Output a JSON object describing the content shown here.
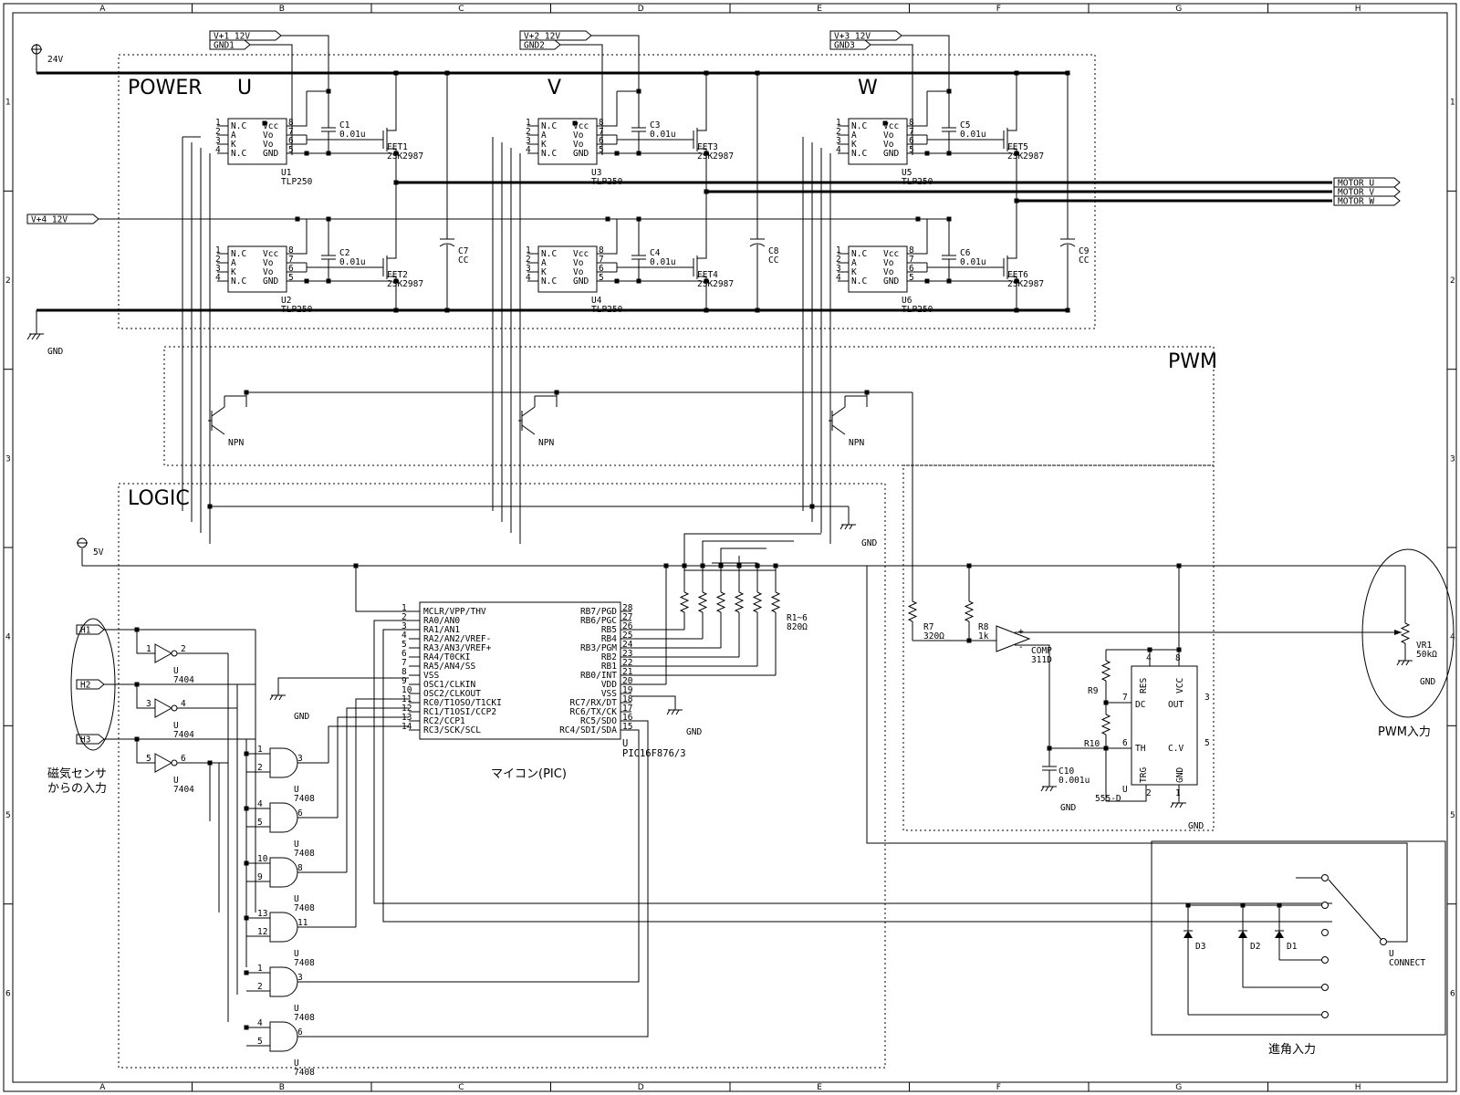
{
  "frame": {
    "columns": [
      "A",
      "B",
      "C",
      "D",
      "E",
      "F",
      "G",
      "H"
    ],
    "rows": [
      "1",
      "2",
      "3",
      "4",
      "5",
      "6"
    ]
  },
  "rails": {
    "v24": "24V",
    "v5": "5V",
    "gnd": "GND"
  },
  "sections": {
    "power": "POWER",
    "phase_u": "U",
    "phase_v": "V",
    "phase_w": "W",
    "pwm": "PWM",
    "logic": "LOGIC"
  },
  "supply_tags": {
    "v1": "V+1 12V",
    "g1": "GND1",
    "v2": "V+2 12V",
    "g2": "GND2",
    "v3": "V+3 12V",
    "g3": "GND3",
    "v4": "V+4 12V"
  },
  "motor_tags": [
    "MOTOR U",
    "MOTOR V",
    "MOTOR W"
  ],
  "optocoupler": {
    "pins_left": [
      "N.C",
      "A",
      "K",
      "N.C"
    ],
    "pins_right": [
      "Vcc",
      "Vo",
      "Vo",
      "GND"
    ],
    "pin_nums_left": [
      "1",
      "2",
      "3",
      "4"
    ],
    "pin_nums_right": [
      "8",
      "7",
      "6",
      "5"
    ],
    "part": "TLP250",
    "refs": [
      "U1",
      "U2",
      "U3",
      "U4",
      "U5",
      "U6"
    ]
  },
  "caps_upper": [
    {
      "ref": "C1",
      "val": "0.01u"
    },
    {
      "ref": "C2",
      "val": "0.01u"
    },
    {
      "ref": "C3",
      "val": "0.01u"
    },
    {
      "ref": "C4",
      "val": "0.01u"
    },
    {
      "ref": "C5",
      "val": "0.01u"
    },
    {
      "ref": "C6",
      "val": "0.01u"
    }
  ],
  "fets": {
    "refs": [
      "FET1",
      "FET2",
      "FET3",
      "FET4",
      "FET5",
      "FET6"
    ],
    "part": "2SK2987"
  },
  "bulk_caps": [
    {
      "ref": "C7",
      "val": "CC"
    },
    {
      "ref": "C8",
      "val": "CC"
    },
    {
      "ref": "C9",
      "val": "CC"
    }
  ],
  "npn": "NPN",
  "pic": {
    "left_pins": [
      {
        "n": "1",
        "name": "MCLR/VPP/THV"
      },
      {
        "n": "2",
        "name": "RA0/AN0"
      },
      {
        "n": "3",
        "name": "RA1/AN1"
      },
      {
        "n": "4",
        "name": "RA2/AN2/VREF-"
      },
      {
        "n": "5",
        "name": "RA3/AN3/VREF+"
      },
      {
        "n": "6",
        "name": "RA4/T0CKI"
      },
      {
        "n": "7",
        "name": "RA5/AN4/SS"
      },
      {
        "n": "8",
        "name": "VSS"
      },
      {
        "n": "9",
        "name": "OSC1/CLKIN"
      },
      {
        "n": "10",
        "name": "OSC2/CLKOUT"
      },
      {
        "n": "11",
        "name": "RC0/T1OSO/T1CKI"
      },
      {
        "n": "12",
        "name": "RC1/T1OSI/CCP2"
      },
      {
        "n": "13",
        "name": "RC2/CCP1"
      },
      {
        "n": "14",
        "name": "RC3/SCK/SCL"
      }
    ],
    "right_pins": [
      {
        "n": "28",
        "name": "RB7/PGD"
      },
      {
        "n": "27",
        "name": "RB6/PGC"
      },
      {
        "n": "26",
        "name": "RB5"
      },
      {
        "n": "25",
        "name": "RB4"
      },
      {
        "n": "24",
        "name": "RB3/PGM"
      },
      {
        "n": "23",
        "name": "RB2"
      },
      {
        "n": "22",
        "name": "RB1"
      },
      {
        "n": "21",
        "name": "RB0/INT"
      },
      {
        "n": "20",
        "name": "VDD"
      },
      {
        "n": "19",
        "name": "VSS"
      },
      {
        "n": "18",
        "name": "RC7/RX/DT"
      },
      {
        "n": "17",
        "name": "RC6/TX/CK"
      },
      {
        "n": "16",
        "name": "RC5/SDO"
      },
      {
        "n": "15",
        "name": "RC4/SDI/SDA"
      }
    ],
    "ref": "U",
    "part": "PIC16F876/3",
    "caption": "マイコン(PIC)"
  },
  "resistor_array": {
    "ref": "R1~6",
    "val": "820Ω"
  },
  "hall": {
    "inputs": [
      "H1",
      "H2",
      "H3"
    ],
    "caption_line1": "磁気センサ",
    "caption_line2": "からの入力"
  },
  "inverters": [
    {
      "in": "1",
      "out": "2",
      "ref": "U",
      "part": "7404"
    },
    {
      "in": "3",
      "out": "4",
      "ref": "U",
      "part": "7404"
    },
    {
      "in": "5",
      "out": "6",
      "ref": "U",
      "part": "7404"
    }
  ],
  "and_gates": [
    {
      "a": "1",
      "b": "2",
      "y": "3",
      "ref": "U",
      "part": "7408"
    },
    {
      "a": "4",
      "b": "5",
      "y": "6",
      "ref": "U",
      "part": "7408"
    },
    {
      "a": "10",
      "b": "9",
      "y": "8",
      "ref": "U",
      "part": "7408"
    },
    {
      "a": "13",
      "b": "12",
      "y": "11",
      "ref": "U",
      "part": "7408"
    },
    {
      "a": "1",
      "b": "2",
      "y": "3",
      "ref": "U",
      "part": "7408"
    },
    {
      "a": "4",
      "b": "5",
      "y": "6",
      "ref": "U",
      "part": "7408"
    }
  ],
  "pwm_block": {
    "r7": {
      "ref": "R7",
      "val": "320Ω"
    },
    "r8": {
      "ref": "R8",
      "val": "1k"
    },
    "comp": {
      "ref": "COMP",
      "part": "311D"
    },
    "r9": "R9",
    "r10": "R10",
    "c10": {
      "ref": "C10",
      "val": "0.001u"
    },
    "timer": {
      "pins_left": [
        "DC",
        "TH",
        "TRG"
      ],
      "pins_top": [
        "RES",
        "VCC"
      ],
      "pins_right": [
        "OUT",
        "C.V"
      ],
      "pin_bottom": "GND",
      "nums": {
        "res": "4",
        "vcc": "8",
        "dc": "7",
        "out": "3",
        "th": "6",
        "cv": "5",
        "trg": "2",
        "gnd": "1"
      },
      "ref": "U",
      "part": "555-D"
    },
    "vr1": {
      "ref": "VR1",
      "val": "50kΩ"
    },
    "caption": "PWM入力"
  },
  "advance": {
    "diodes": [
      "D1",
      "D2",
      "D3"
    ],
    "switch_ref": "U",
    "switch_part": "CONNECT",
    "caption": "進角入力"
  },
  "colors": {
    "hall_caption": "#0000ff",
    "pic_caption": "#ff0000",
    "pwm_caption": "#9900cc",
    "pwm_ellipse": "#9933ff",
    "advance_caption": "#008000"
  }
}
